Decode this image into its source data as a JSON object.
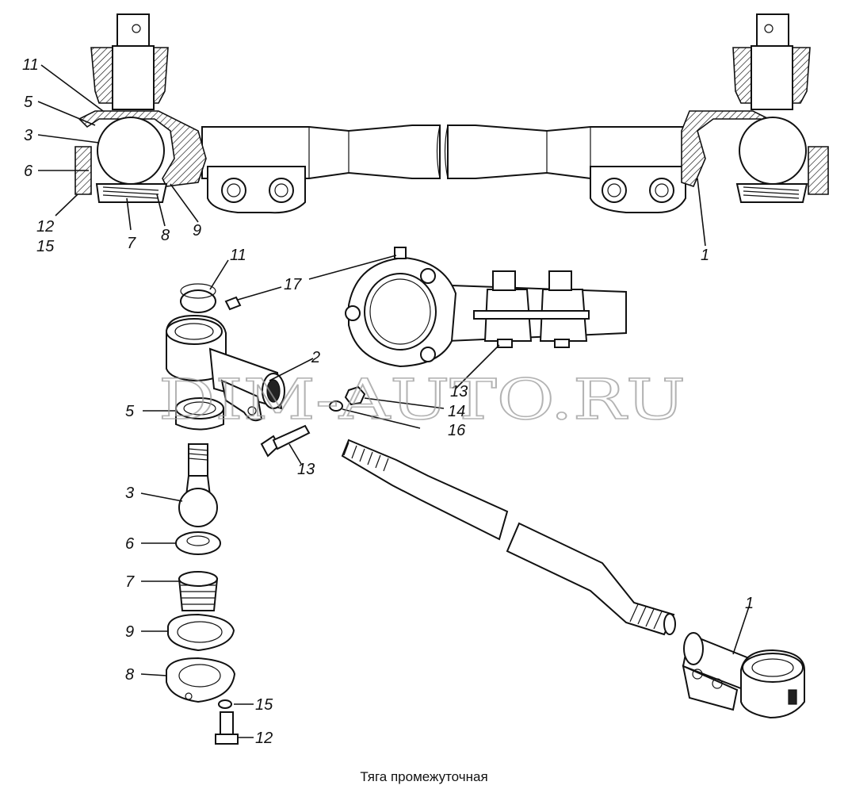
{
  "caption": "Тяга промежуточная",
  "watermark": "DIM-AUTO.RU",
  "colors": {
    "line": "#111111",
    "background": "#ffffff",
    "watermark": "#9a9a9a"
  },
  "top_view_callouts": {
    "n11": "11",
    "n5": "5",
    "n3": "3",
    "n6": "6",
    "n12": "12",
    "n15": "15",
    "n7": "7",
    "n8": "8",
    "n9": "9",
    "n1": "1"
  },
  "exploded_view_callouts": {
    "n11": "11",
    "n17": "17",
    "n2": "2",
    "n13a": "13",
    "n14": "14",
    "n16": "16",
    "n5": "5",
    "n13b": "13",
    "n3": "3",
    "n6": "6",
    "n7": "7",
    "n9": "9",
    "n8": "8",
    "n15": "15",
    "n12": "12",
    "n1": "1"
  }
}
